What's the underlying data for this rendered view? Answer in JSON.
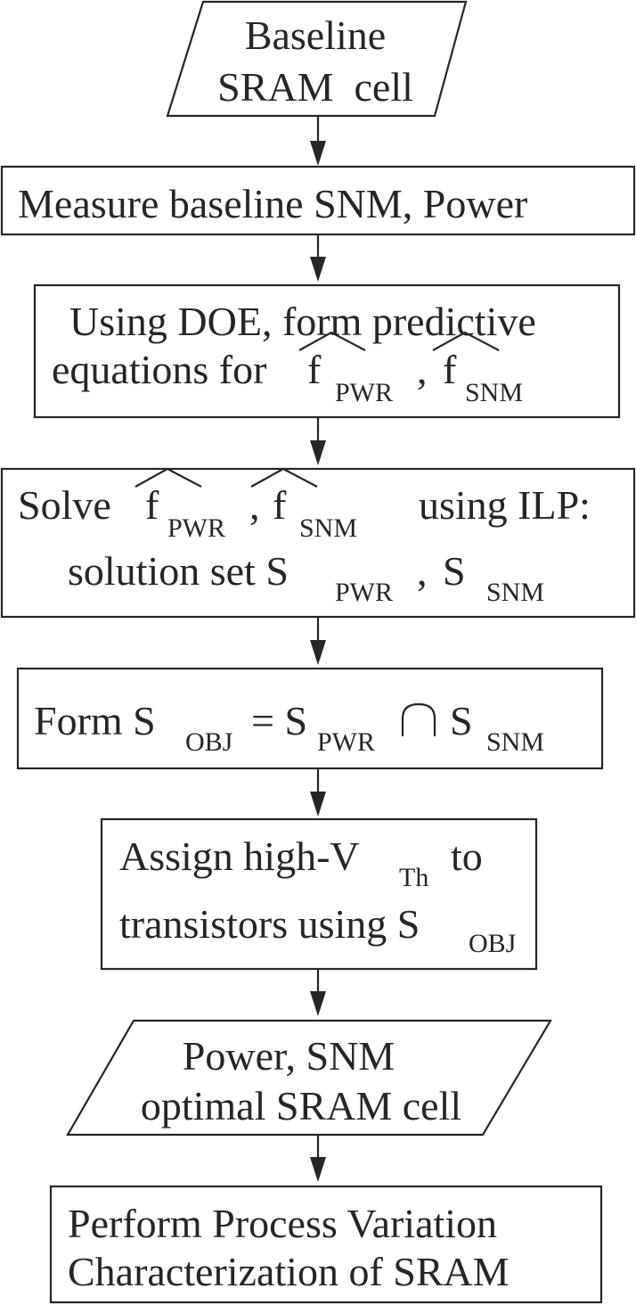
{
  "nodes": {
    "baseline": {
      "line1": "Baseline",
      "line2": "SRAM  cell"
    },
    "measure": {
      "text": "Measure baseline SNM, Power"
    },
    "doe": {
      "line1": "Using DOE, form predictive",
      "line2_prefix": "equations for ",
      "f": "f",
      "sub_pwr": "PWR",
      "comma": " , ",
      "sub_snm": "SNM"
    },
    "solve": {
      "word": "Solve",
      "f": "f",
      "sub_pwr": "PWR",
      "comma": ",",
      "sub_snm": "SNM",
      "suffix": "using ILP:",
      "line2_prefix": "solution set S",
      "S": "S"
    },
    "form": {
      "prefix": "Form S",
      "sub_obj": "OBJ",
      "equals": "= S",
      "sub_pwr": "PWR",
      "intersection": "∩",
      "S": "S",
      "sub_snm": "SNM"
    },
    "assign": {
      "line1_prefix": "Assign high-V",
      "sub_th": "Th",
      "line1_suffix": "to",
      "line2_prefix": "transistors using S",
      "sub_obj": "OBJ"
    },
    "optimal": {
      "line1": "Power, SNM",
      "line2": "optimal SRAM cell"
    },
    "process": {
      "line1": "Perform Process Variation",
      "line2": "Characterization of SRAM"
    }
  }
}
